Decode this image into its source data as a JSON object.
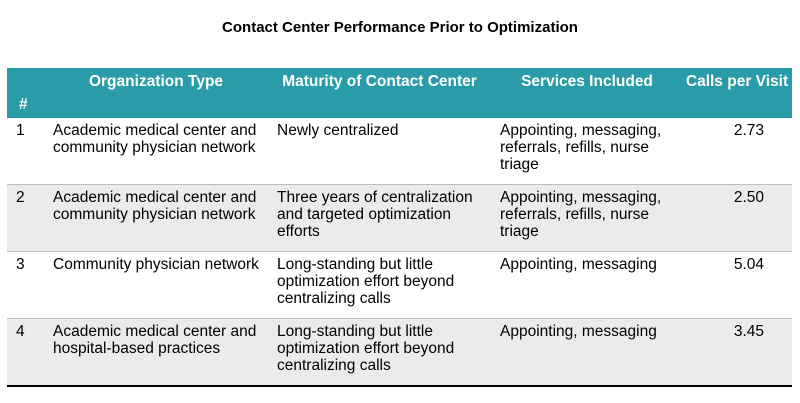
{
  "title": "Contact Center Performance Prior to Optimization",
  "colors": {
    "header_bg": "#2a9ba8",
    "header_text": "#ffffff",
    "alt_row_bg": "#ebebeb"
  },
  "table": {
    "headers": {
      "num": "#",
      "org": "Organization Type",
      "maturity": "Maturity of Contact Center",
      "services": "Services Included",
      "calls": "Calls per Visit"
    },
    "rows": [
      {
        "num": "1",
        "org": "Academic medical center and community physician network",
        "maturity": "Newly centralized",
        "services": "Appointing, messaging, referrals, refills, nurse triage",
        "calls": "2.73"
      },
      {
        "num": "2",
        "org": "Academic medical center and community physician network",
        "maturity": "Three years of centralization and targeted optimization efforts",
        "services": "Appointing, messaging, referrals, refills, nurse triage",
        "calls": "2.50"
      },
      {
        "num": "3",
        "org": "Community physician network",
        "maturity": "Long-standing but little optimization effort beyond centralizing calls",
        "services": "Appointing, messaging",
        "calls": "5.04"
      },
      {
        "num": "4",
        "org": "Academic medical center and hospital-based practices",
        "maturity": "Long-standing but little optimization effort beyond centralizing calls",
        "services": "Appointing, messaging",
        "calls": "3.45"
      }
    ]
  }
}
